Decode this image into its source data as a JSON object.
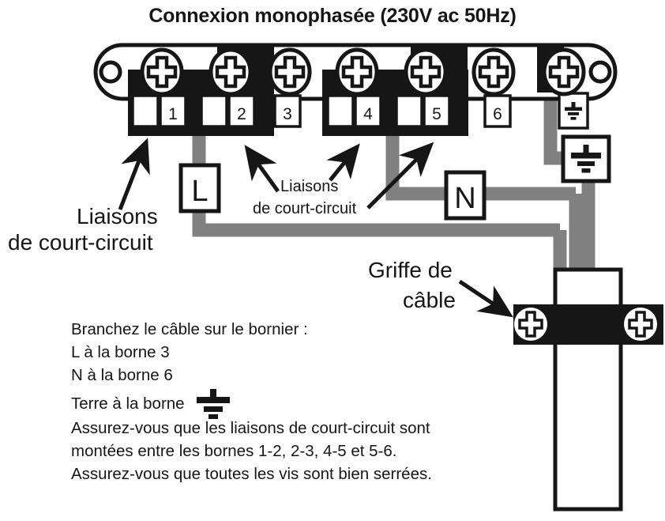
{
  "title": "Connexion monophasée (230V ac 50Hz)",
  "terminal_block": {
    "name": "bornier",
    "terminal_numbers": [
      "1",
      "2",
      "3",
      "4",
      "5",
      "6"
    ],
    "earth_terminal_symbol": "earth-ground-symbol",
    "mounting_holes": 2,
    "screws": 7,
    "link_bars": [
      {
        "label": "1-2"
      },
      {
        "label": "2-3"
      },
      {
        "label": "4-5"
      },
      {
        "label": "5-6"
      }
    ]
  },
  "annotations": {
    "left_link_label_line1": "Liaisons",
    "left_link_label_line2": "de court-circuit",
    "mid_link_label_line1": "Liaisons",
    "mid_link_label_line2": "de court-circuit",
    "cable_clamp_line1": "Griffe de",
    "cable_clamp_line2": "câble"
  },
  "wire_markers": {
    "live": "L",
    "neutral": "N",
    "earth": "earth-ground-symbol"
  },
  "instructions": {
    "line1": "Branchez le câble sur le bornier :",
    "line2": "L à la borne 3",
    "line3": "N à la borne 6",
    "line4_prefix": "Terre à la borne",
    "line4_symbol": "earth-ground-symbol",
    "line5": "Assurez-vous que les liaisons de court-circuit sont",
    "line6": "montées entre les bornes 1-2, 2-3, 4-5 et 5-6.",
    "line7": "Assurez-vous que toutes les vis sont bien serrées."
  },
  "colors": {
    "ink": "#161616",
    "wire_gray": "#808080",
    "background": "#ffffff"
  }
}
